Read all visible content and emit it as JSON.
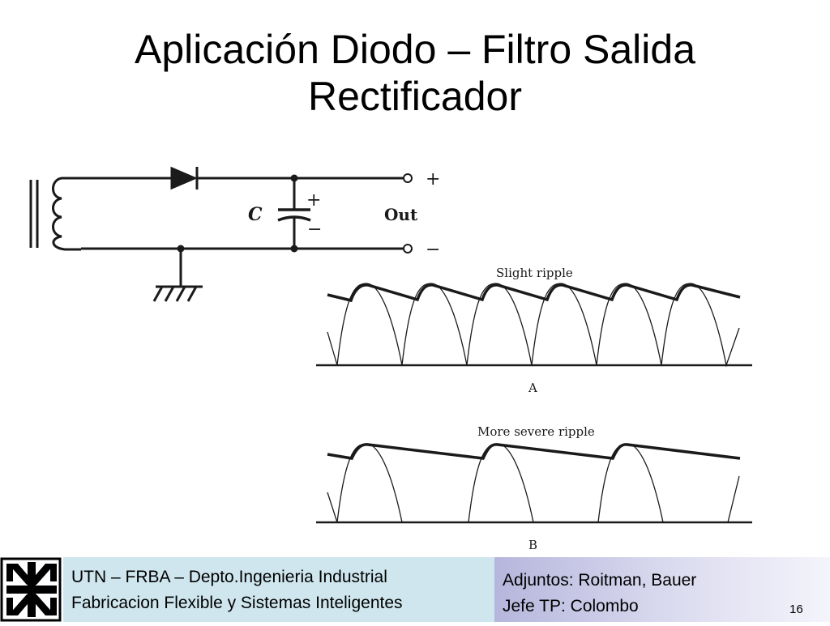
{
  "slide": {
    "title_line1": "Aplicación Diodo – Filtro Salida",
    "title_line2": "Rectificador",
    "page_number": "16"
  },
  "circuit": {
    "capacitor_label": "C",
    "cap_plus": "+",
    "cap_minus": "−",
    "out_label": "Out",
    "out_plus": "+",
    "out_minus": "−"
  },
  "waveforms": {
    "a_caption": "Slight ripple",
    "a_label": "A",
    "b_caption": "More severe ripple",
    "b_label": "B"
  },
  "footer": {
    "line1": "UTN – FRBA – Depto.Ingenieria Industrial",
    "line2": "Fabricacion Flexible y Sistemas Inteligentes",
    "right_line1": "Adjuntos: Roitman, Bauer",
    "right_line2": "Jefe TP: Colombo"
  }
}
